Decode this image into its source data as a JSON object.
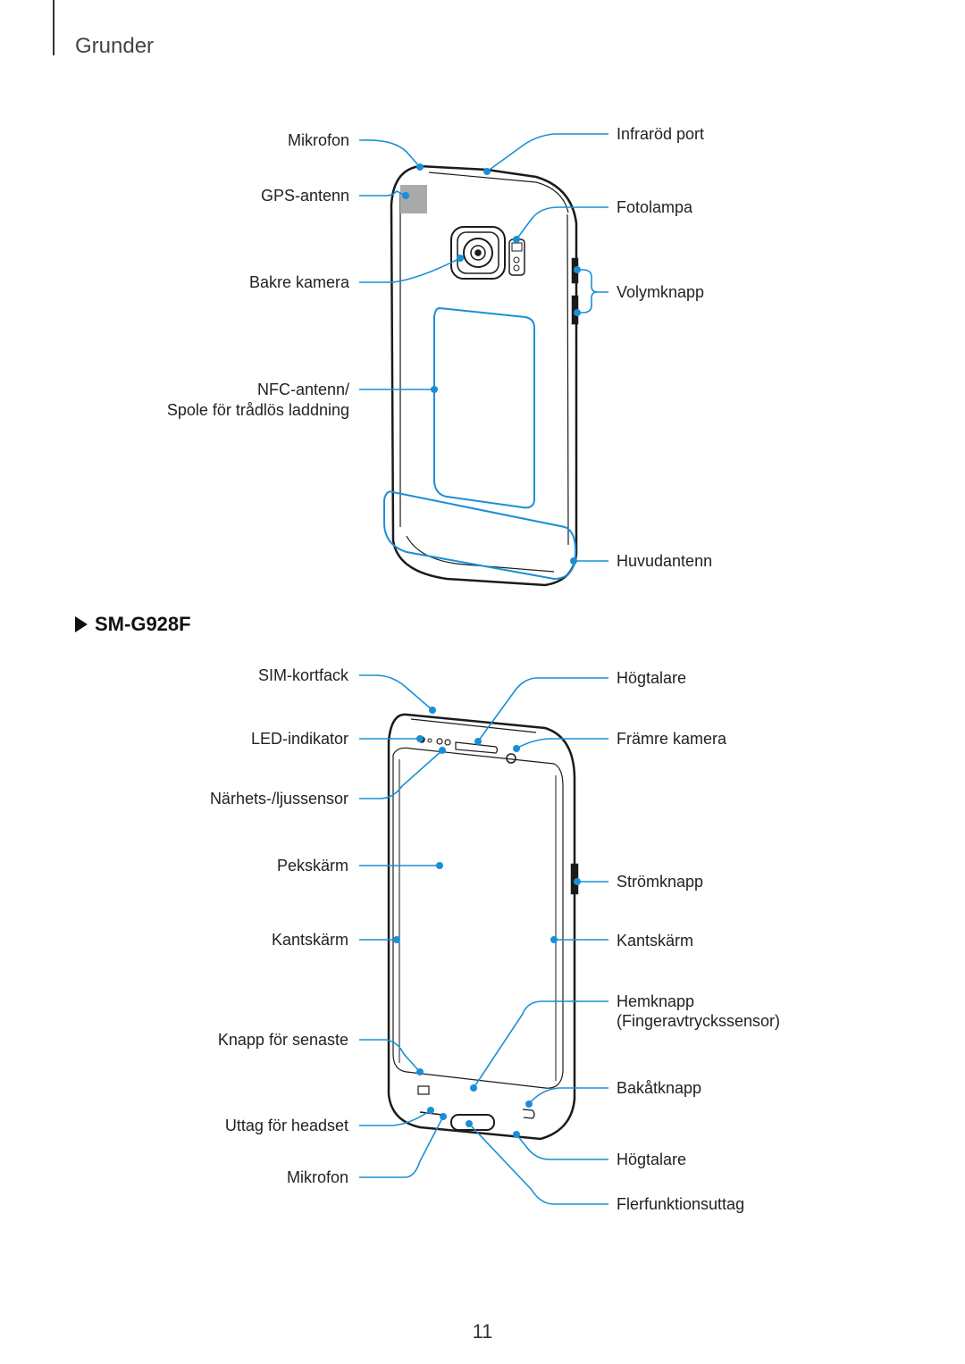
{
  "header": {
    "title": "Grunder"
  },
  "back_view": {
    "labels": {
      "mikrofon": "Mikrofon",
      "gps": "GPS-antenn",
      "bakre_kamera": "Bakre kamera",
      "nfc_line1": "NFC-antenn/",
      "nfc_line2": "Spole för trådlös laddning",
      "infrarod": "Infraröd port",
      "fotolampa": "Fotolampa",
      "volym": "Volymknapp",
      "huvudantenn": "Huvudantenn"
    }
  },
  "model": {
    "name": "SM-G928F"
  },
  "front_view": {
    "labels": {
      "sim": "SIM-kortfack",
      "led": "LED-indikator",
      "narhet": "Närhets-/ljussensor",
      "pekskarm": "Pekskärm",
      "kantskarm_left": "Kantskärm",
      "senaste": "Knapp för senaste",
      "headset": "Uttag för headset",
      "mikrofon": "Mikrofon",
      "hogtalare_top": "Högtalare",
      "framre_kamera": "Främre kamera",
      "stromknapp": "Strömknapp",
      "kantskarm_right": "Kantskärm",
      "hemknapp_line1": "Hemknapp",
      "hemknapp_line2": "(Fingeravtryckssensor)",
      "bakatknapp": "Bakåtknapp",
      "hogtalare_bottom": "Högtalare",
      "flerfunktion": "Flerfunktionsuttag"
    }
  },
  "colors": {
    "callout": "#1a8fd6",
    "outline": "#1b1b1b"
  },
  "page": {
    "number": "11"
  }
}
